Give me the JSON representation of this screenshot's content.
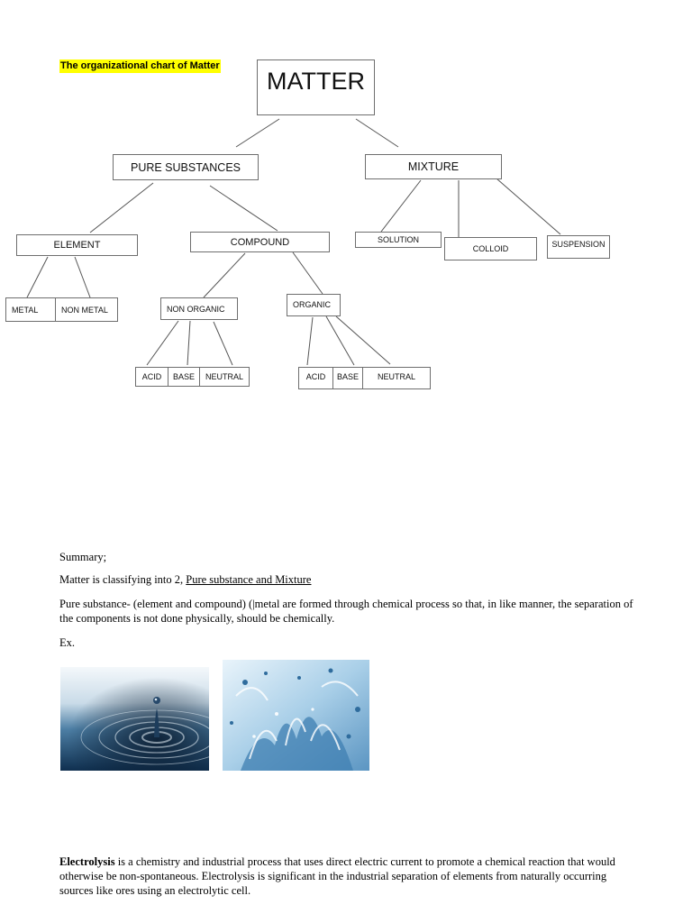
{
  "chart_title": "The organizational chart of Matter",
  "diagram": {
    "root": "MATTER",
    "pure_substances": "PURE SUBSTANCES",
    "mixture": "MIXTURE",
    "element": "ELEMENT",
    "compound": "COMPOUND",
    "solution": "SOLUTION",
    "colloid": "COLLOID",
    "suspension": "SUSPENSION",
    "metal": "METAL",
    "non_metal": "NON METAL",
    "non_organic": "NON ORGANIC",
    "organic": "ORGANIC",
    "non_organic_children": [
      "ACID",
      "BASE",
      "NEUTRAL"
    ],
    "organic_children": [
      "ACID",
      "BASE",
      "NEUTRAL"
    ]
  },
  "summary": {
    "heading": "Summary;",
    "line1_prefix": "Matter is classifying into 2, ",
    "line1_link": "Pure substance and Mixture",
    "line2": "Pure substance- (element and compound) (|metal are formed through chemical process so that, in like manner, the separation of the components is not done physically, should be chemically.",
    "example_label": "Ex."
  },
  "electrolysis": {
    "term": "Electrolysis",
    "text": " is a chemistry and industrial process that uses direct electric current to promote a chemical reaction that would otherwise be non-spontaneous. Electrolysis is significant in the industrial separation of elements from naturally occurring sources like ores using an electrolytic cell."
  }
}
